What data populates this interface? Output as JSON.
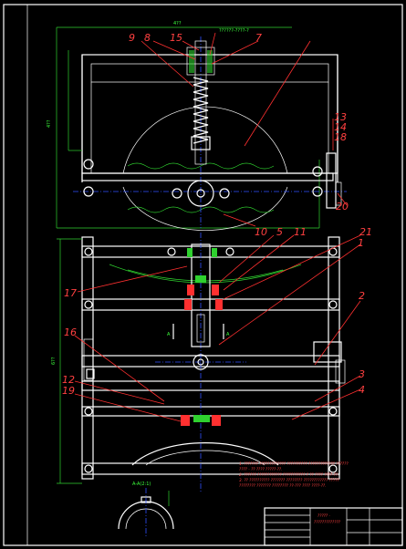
{
  "sheet": {
    "border_color": "#ffffff",
    "background": "#000000",
    "accent_callout": "#ff4040",
    "accent_dimension": "#3cff3c",
    "accent_axis": "#3050ff"
  },
  "callouts": {
    "c1": "1",
    "c2": "2",
    "c3": "3",
    "c4": "4",
    "c5": "5",
    "c8": "8",
    "c9": "9",
    "c10": "10",
    "c11": "11",
    "c12": "12",
    "c13": "13",
    "c14": "14",
    "c15": "15",
    "c16": "16",
    "c17": "17",
    "c18": "18",
    "c19": "19",
    "c20": "20",
    "c21": "21",
    "c7": "7"
  },
  "dimensions": {
    "top_width": "4??",
    "top_height": "4??",
    "bottom_height": "6??",
    "thread_spec": "??????-????-?",
    "section_label": "A-A(2:1)",
    "view_mark": "A"
  },
  "notes": {
    "line1": "1. ??????? ????????????? ?????????? ????????????? ??????",
    "line2": "???? - ?? ???? ?????-??.",
    "line3": "2. ?????? ???????????? ??????????? ? ?? ???? ????-??.",
    "line4": "3. ?? ?????????? ??????? ???????? ???????????? ?????",
    "line5": "???????? ??????? ???????? ??-??? ???? ????-??."
  },
  "title_block": {
    "name_line1": "????? -",
    "name_line2": "?????????????"
  }
}
